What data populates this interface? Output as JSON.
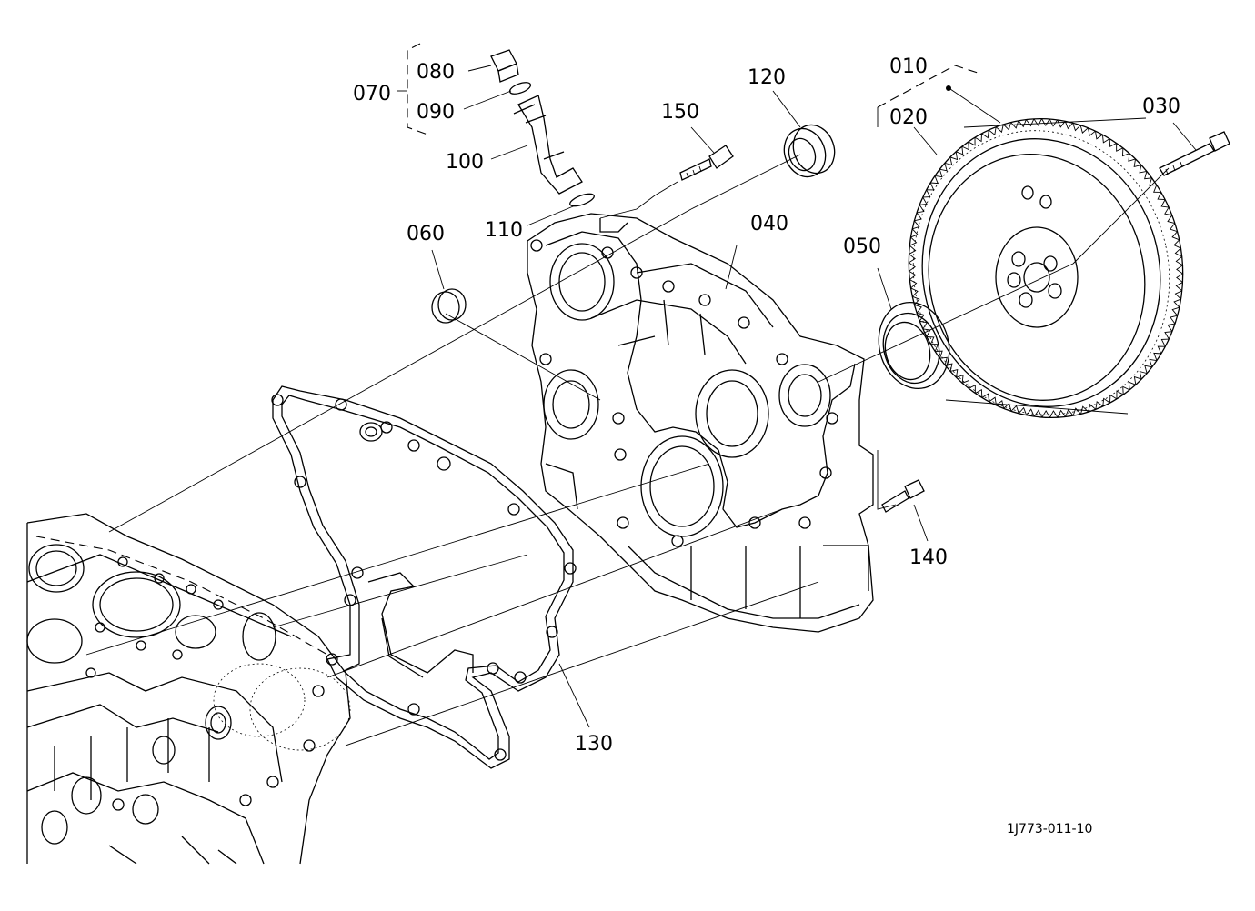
{
  "diagram": {
    "parts": {
      "p010": "010",
      "p020": "020",
      "p030": "030",
      "p040": "040",
      "p050": "050",
      "p060": "060",
      "p070": "070",
      "p080": "080",
      "p090": "090",
      "p100": "100",
      "p110": "110",
      "p120": "120",
      "p130": "130",
      "p140": "140",
      "p150": "150"
    },
    "drawing_code": "1J773-011-10",
    "colors": {
      "line": "#000000",
      "background": "#ffffff"
    }
  }
}
